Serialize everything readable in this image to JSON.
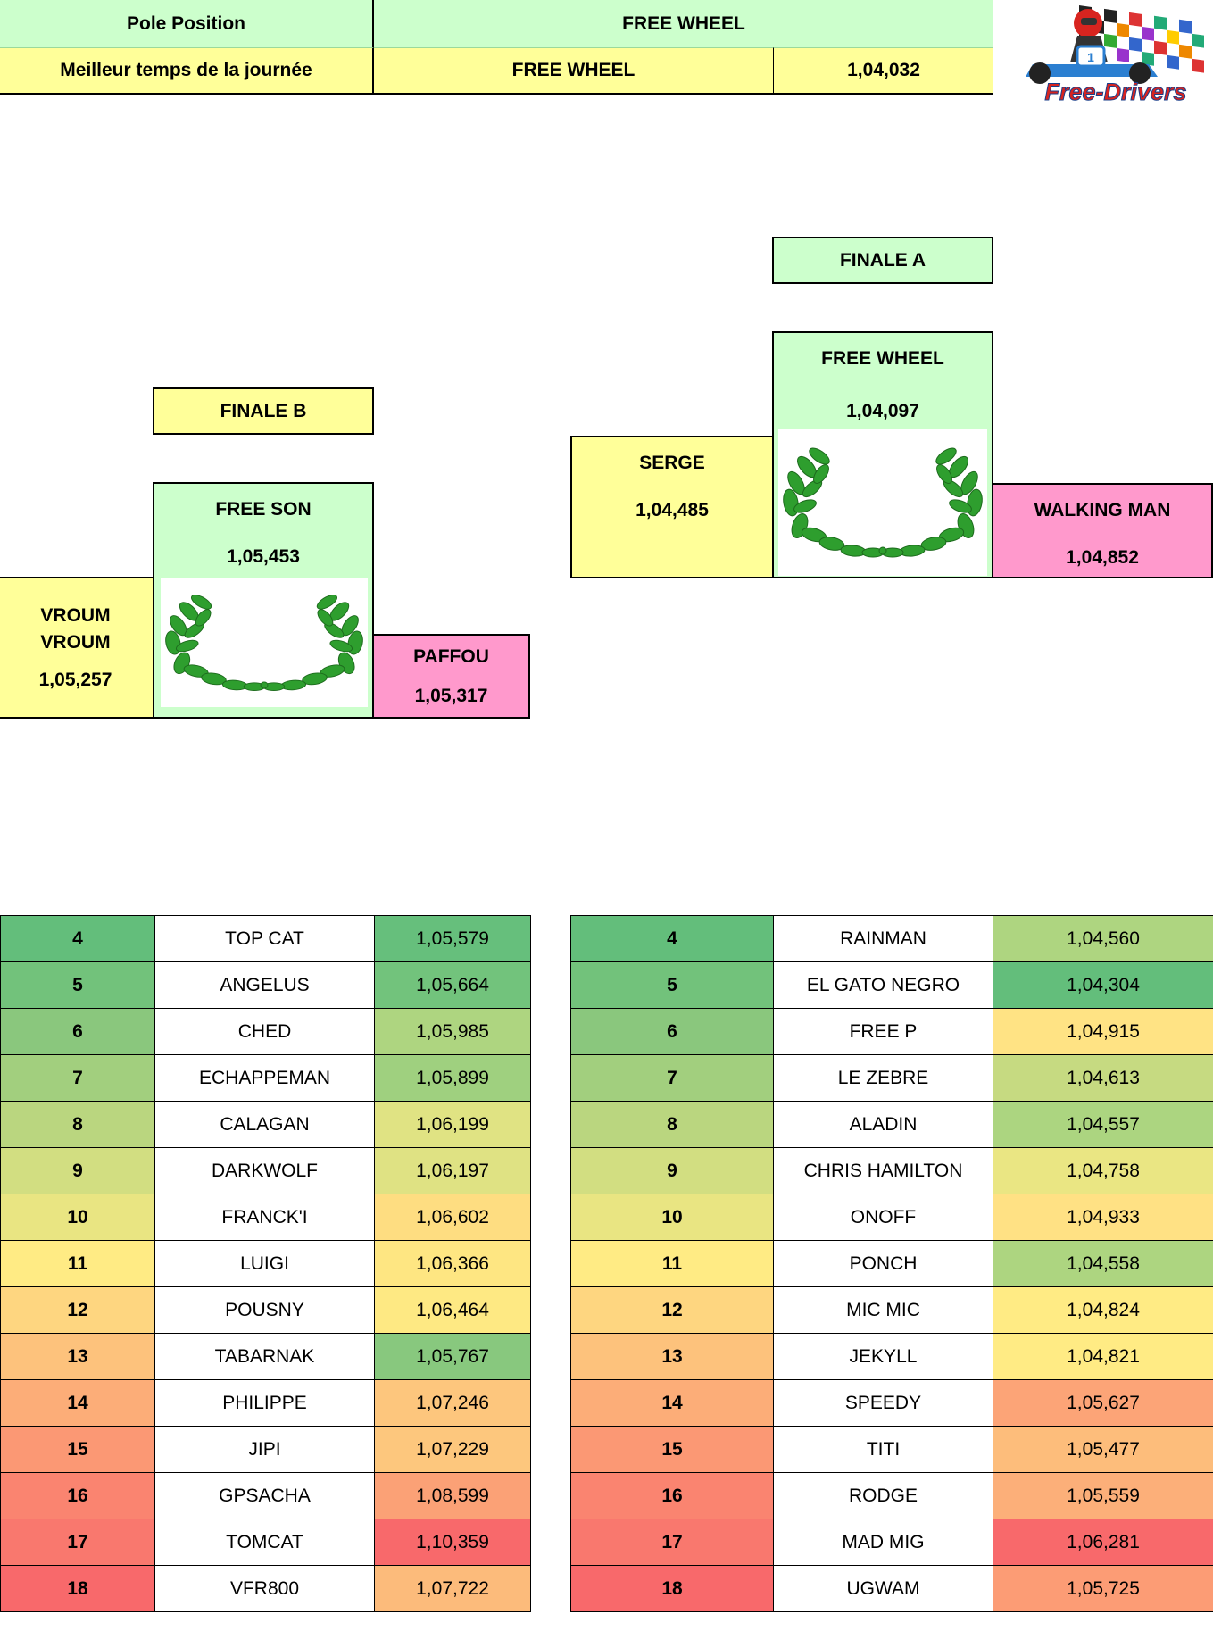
{
  "header": {
    "pole_label": "Pole Position",
    "pole_value": "FREE WHEEL",
    "best_label": "Meilleur temps de la journée",
    "best_driver": "FREE WHEEL",
    "best_time": "1,04,032"
  },
  "logo": {
    "text": "Free-Drivers"
  },
  "finale_a": {
    "title": "FINALE A",
    "first": {
      "name": "FREE WHEEL",
      "time": "1,04,097"
    },
    "second": {
      "name": "SERGE",
      "time": "1,04,485"
    },
    "third": {
      "name": "WALKING MAN",
      "time": "1,04,852"
    }
  },
  "finale_b": {
    "title": "FINALE B",
    "first": {
      "name": "FREE SON",
      "time": "1,05,453"
    },
    "second": {
      "name_line1": "VROUM",
      "name_line2": "VROUM",
      "time": "1,05,257"
    },
    "third": {
      "name": "PAFFOU",
      "time": "1,05,317"
    }
  },
  "colors": {
    "green_cell": "#ccffcc",
    "yellow_cell": "#ffff99",
    "pink_cell": "#ff99cc"
  },
  "table_b": [
    {
      "pos": "4",
      "name": "TOP CAT",
      "time": "1,05,579",
      "pos_color": "#63be7b",
      "time_color": "#66bf7c"
    },
    {
      "pos": "5",
      "name": "ANGELUS",
      "time": "1,05,664",
      "pos_color": "#72c27b",
      "time_color": "#72c37c"
    },
    {
      "pos": "6",
      "name": "CHED",
      "time": "1,05,985",
      "pos_color": "#8ac77d",
      "time_color": "#aed580"
    },
    {
      "pos": "7",
      "name": "ECHAPPEMAN",
      "time": "1,05,899",
      "pos_color": "#a2cf7e",
      "time_color": "#9fd07f"
    },
    {
      "pos": "8",
      "name": "CALAGAN",
      "time": "1,06,199",
      "pos_color": "#bad67f",
      "time_color": "#e0e383"
    },
    {
      "pos": "9",
      "name": "DARKWOLF",
      "time": "1,06,197",
      "pos_color": "#d2de81",
      "time_color": "#dfe283"
    },
    {
      "pos": "10",
      "name": "FRANCK'I",
      "time": "1,06,602",
      "pos_color": "#e9e582",
      "time_color": "#fedd81"
    },
    {
      "pos": "11",
      "name": "LUIGI",
      "time": "1,06,366",
      "pos_color": "#ffeb84",
      "time_color": "#fee682"
    },
    {
      "pos": "12",
      "name": "POUSNY",
      "time": "1,06,464",
      "pos_color": "#fed680",
      "time_color": "#fee983"
    },
    {
      "pos": "13",
      "name": "TABARNAK",
      "time": "1,05,767",
      "pos_color": "#fdc27c",
      "time_color": "#88c87e"
    },
    {
      "pos": "14",
      "name": "PHILIPPE",
      "time": "1,07,246",
      "pos_color": "#fcad78",
      "time_color": "#fdc67d"
    },
    {
      "pos": "15",
      "name": "JIPI",
      "time": "1,07,229",
      "pos_color": "#fb9874",
      "time_color": "#fdc77d"
    },
    {
      "pos": "16",
      "name": "GPSACHA",
      "time": "1,08,599",
      "pos_color": "#fa8470",
      "time_color": "#fba176"
    },
    {
      "pos": "17",
      "name": "TOMCAT",
      "time": "1,10,359",
      "pos_color": "#f9786e",
      "time_color": "#f8696b"
    },
    {
      "pos": "18",
      "name": "VFR800",
      "time": "1,07,722",
      "pos_color": "#f8696b",
      "time_color": "#fcbb7b"
    }
  ],
  "table_a": [
    {
      "pos": "4",
      "name": "RAINMAN",
      "time": "1,04,560",
      "pos_color": "#63be7b",
      "time_color": "#aed580"
    },
    {
      "pos": "5",
      "name": "EL GATO NEGRO",
      "time": "1,04,304",
      "pos_color": "#72c27b",
      "time_color": "#63be7b"
    },
    {
      "pos": "6",
      "name": "FREE P",
      "time": "1,04,915",
      "pos_color": "#8ac77d",
      "time_color": "#ffe384"
    },
    {
      "pos": "7",
      "name": "LE ZEBRE",
      "time": "1,04,613",
      "pos_color": "#a2cf7e",
      "time_color": "#c6da81"
    },
    {
      "pos": "8",
      "name": "ALADIN",
      "time": "1,04,557",
      "pos_color": "#bad67f",
      "time_color": "#acd580"
    },
    {
      "pos": "9",
      "name": "CHRIS HAMILTON",
      "time": "1,04,758",
      "pos_color": "#d2de81",
      "time_color": "#eae683"
    },
    {
      "pos": "10",
      "name": "ONOFF",
      "time": "1,04,933",
      "pos_color": "#e9e582",
      "time_color": "#ffe184"
    },
    {
      "pos": "11",
      "name": "PONCH",
      "time": "1,04,558",
      "pos_color": "#ffeb84",
      "time_color": "#add580"
    },
    {
      "pos": "12",
      "name": "MIC MIC",
      "time": "1,04,824",
      "pos_color": "#fed680",
      "time_color": "#ffeb84"
    },
    {
      "pos": "13",
      "name": "JEKYLL",
      "time": "1,04,821",
      "pos_color": "#fdc27c",
      "time_color": "#ffeb84"
    },
    {
      "pos": "14",
      "name": "SPEEDY",
      "time": "1,05,627",
      "pos_color": "#fcad78",
      "time_color": "#fca477"
    },
    {
      "pos": "15",
      "name": "TITI",
      "time": "1,05,477",
      "pos_color": "#fb9874",
      "time_color": "#fdbd7b"
    },
    {
      "pos": "16",
      "name": "RODGE",
      "time": "1,05,559",
      "pos_color": "#fa8470",
      "time_color": "#fcaf79"
    },
    {
      "pos": "17",
      "name": "MAD MIG",
      "time": "1,06,281",
      "pos_color": "#f9786e",
      "time_color": "#f8696b"
    },
    {
      "pos": "18",
      "name": "UGWAM",
      "time": "1,05,725",
      "pos_color": "#f8696b",
      "time_color": "#fc9c75"
    }
  ]
}
